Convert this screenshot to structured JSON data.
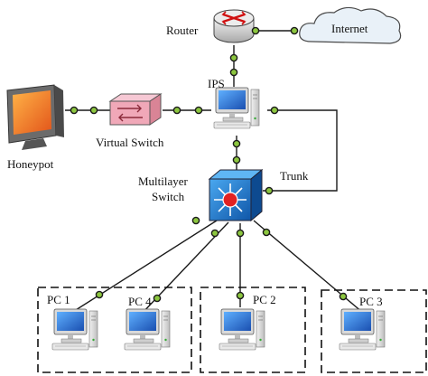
{
  "nodes": {
    "router": "Router",
    "internet": "Internet",
    "ips": "IPS",
    "honeypot": "Honeypot",
    "virtual_switch": "Virtual Switch",
    "multilayer_switch_line1": "Multilayer",
    "multilayer_switch_line2": "Switch",
    "trunk": "Trunk",
    "pc1": "PC 1",
    "pc2": "PC 2",
    "pc3": "PC 3",
    "pc4": "PC 4"
  },
  "colors": {
    "connector_dot": "#8cc63f",
    "switch_fill": "#1e73c8",
    "switch_core": "#e22222",
    "virtual_switch_fill": "#f0a8b8",
    "monitor_screen": "#1f6fd0"
  }
}
